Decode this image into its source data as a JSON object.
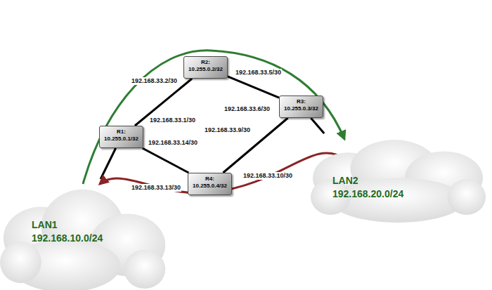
{
  "diagram": {
    "nodes": [
      {
        "text": [
          "R1:",
          "10.255.0.1/32"
        ]
      },
      {
        "text": [
          "R2:",
          "10.255.0.2/32"
        ]
      },
      {
        "text": [
          "R3:",
          "10.255.0.3/32"
        ]
      },
      {
        "text": [
          "R4:",
          "10.255.0.4/32"
        ]
      },
      {
        "text": [
          "LAN1",
          "192.168.10.0/24"
        ]
      },
      {
        "text": [
          "LAN2",
          "192.168.20.0/24"
        ]
      }
    ],
    "edges": [
      {
        "from": 0,
        "to": 1,
        "arrow": "none"
      },
      {
        "from": 1,
        "to": 2,
        "arrow": "none"
      },
      {
        "from": 2,
        "to": 3,
        "arrow": "none"
      },
      {
        "from": 3,
        "to": 0,
        "arrow": "none"
      },
      {
        "from": 0,
        "to": 4,
        "arrow": "none"
      },
      {
        "from": 2,
        "to": 5,
        "arrow": "none"
      }
    ],
    "labels": [
      "192.168.33.2/30",
      "192.168.33.1/30",
      "192.168.33.5/30",
      "192.168.33.6/30",
      "192.168.33.9/30",
      "192.168.33.10/30",
      "192.168.33.14/30",
      "192.168.33.13/30"
    ]
  }
}
